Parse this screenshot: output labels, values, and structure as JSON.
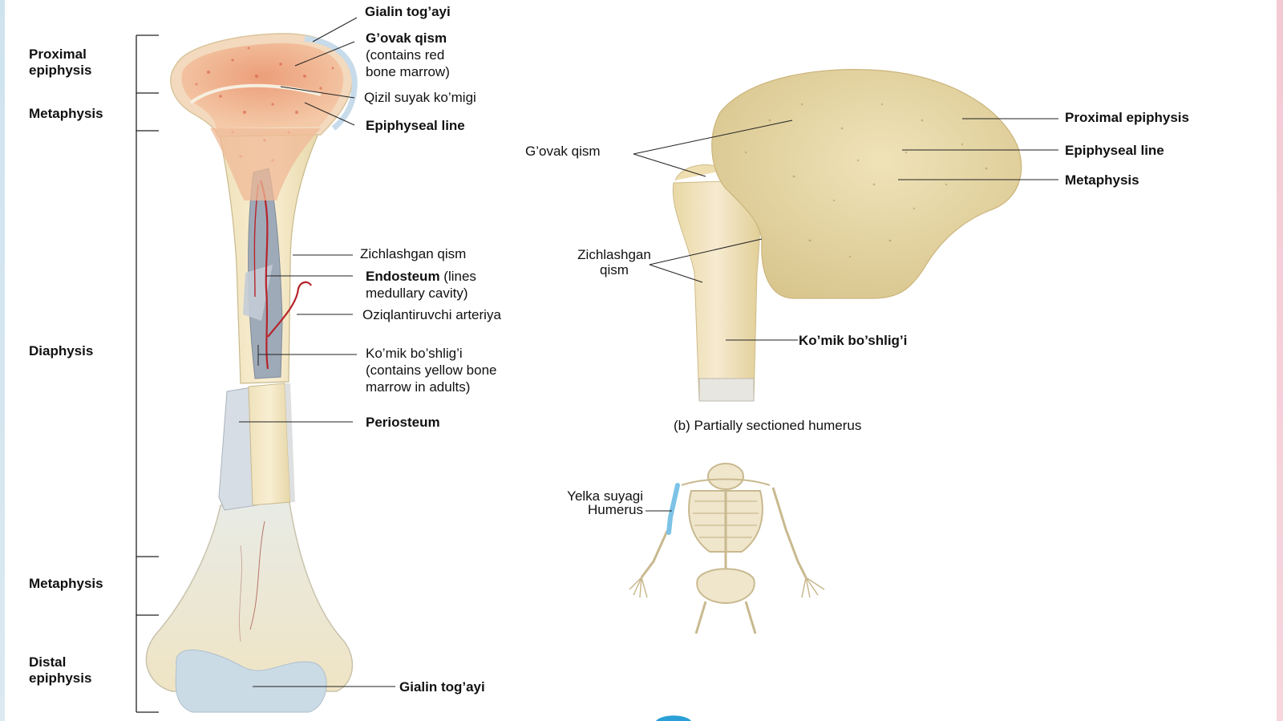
{
  "side_labels": {
    "proximal_epiphysis": "Proximal\nepiphysis",
    "metaphysis_top": "Metaphysis",
    "diaphysis": "Diaphysis",
    "metaphysis_bottom": "Metaphysis",
    "distal_epiphysis": "Distal\nepiphysis"
  },
  "left_labels": {
    "gialin_top": "Gialin tog’ayi",
    "govak_qism": "G’ovak qism",
    "govak_qism_note": "(contains red\nbone marrow)",
    "qizil_suyak": "Qizil suyak ko’migi",
    "epiphyseal_line": "Epiphyseal line",
    "zichlashgan": "Zichlashgan qism",
    "endosteum": "Endosteum",
    "endosteum_note": " (lines\nmedullary cavity)",
    "oziqlantiruvchi": "Oziqlantiruvchi arteriya",
    "komik": "Ko’mik bo’shlig’i",
    "komik_note": "(contains yellow bone\nmarrow in adults)",
    "periosteum": "Periosteum",
    "gialin_bottom": "Gialin tog’ayi"
  },
  "right_labels": {
    "proximal_epiphysis": "Proximal epiphysis",
    "epiphyseal_line": "Epiphyseal line",
    "metaphysis": "Metaphysis",
    "govak_qism": "G’ovak qism",
    "zichlashgan": "Zichlashgan\nqism",
    "komik": "Ko’mik bo’shlig’i",
    "caption": "(b) Partially sectioned humerus"
  },
  "skeleton_labels": {
    "humerus": "Yelka suyagi\nHumerus"
  },
  "colors": {
    "bone": "#f1e5c2",
    "marrow_red": "#e8a27e",
    "cartilage": "#c7dbea",
    "periosteum": "#d5dde6",
    "artery": "#b8232a",
    "spongy_head": "#e6d7a6",
    "humerus_highlight": "#7cc3e6"
  }
}
